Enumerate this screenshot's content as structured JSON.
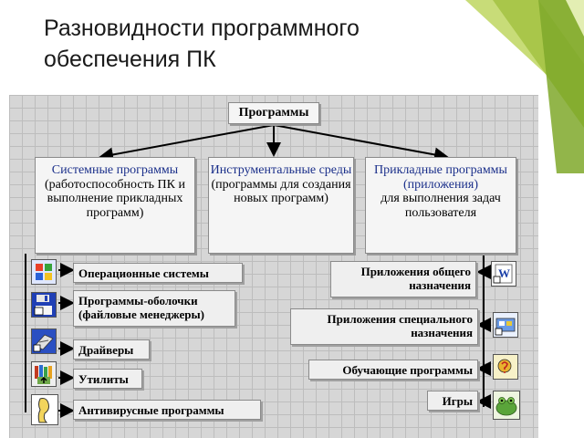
{
  "slide": {
    "title": "Разновидности программного обеспечения ПК"
  },
  "diagram": {
    "root": "Программы",
    "categories": [
      {
        "name": "Системные программы",
        "description": "(работоспособность ПК и выполнение прикладных программ)"
      },
      {
        "name": "Инструментальные среды",
        "description": "(программы для создания новых программ)"
      },
      {
        "name": "Прикладные программы (приложения)",
        "description": "для выполнения задач пользователя"
      }
    ],
    "system_items": [
      {
        "label": "Операционные системы",
        "icon": "windows-logo-icon"
      },
      {
        "label": "Программы-оболочки (файловые менеджеры)",
        "icon": "floppy-disk-icon"
      },
      {
        "label": "Драйверы",
        "icon": "driver-icon"
      },
      {
        "label": "Утилиты",
        "icon": "books-icon"
      },
      {
        "label": "Антивирусные программы",
        "icon": "antivirus-icon"
      }
    ],
    "application_items": [
      {
        "label": "Приложения общего назначения",
        "icon": "word-document-icon"
      },
      {
        "label": "Приложения специального назначения",
        "icon": "special-app-icon"
      },
      {
        "label": "Обучающие программы",
        "icon": "education-icon"
      },
      {
        "label": "Игры",
        "icon": "game-frog-icon"
      }
    ]
  }
}
